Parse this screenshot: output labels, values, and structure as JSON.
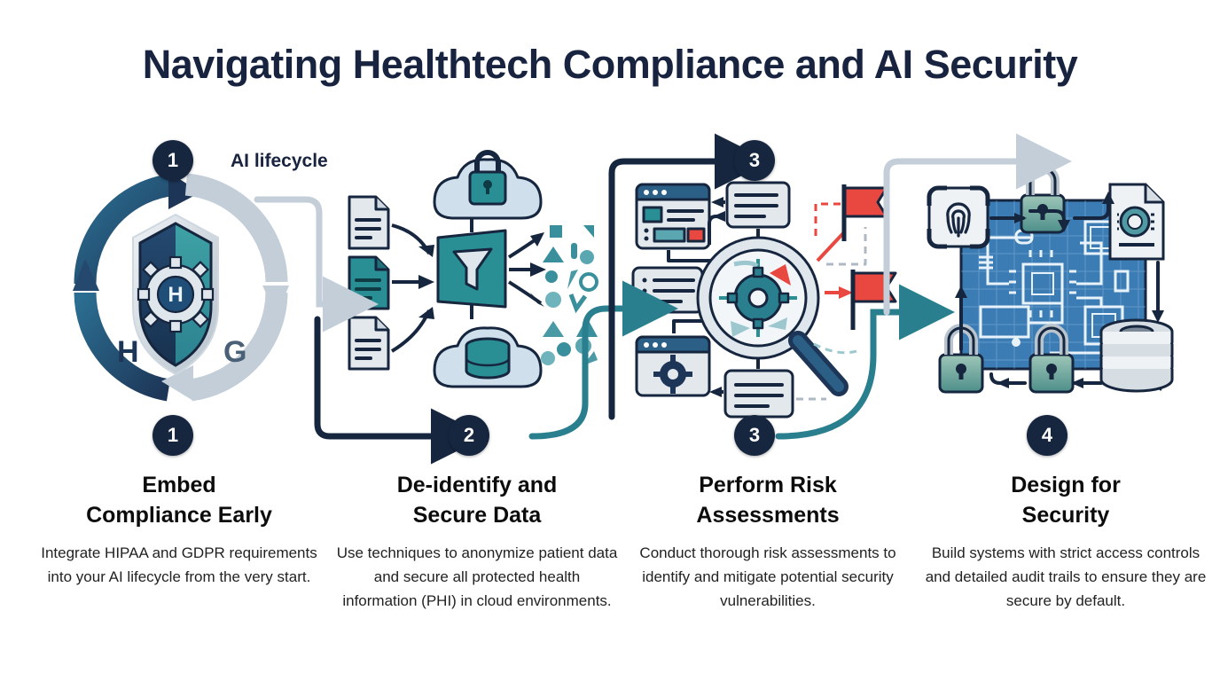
{
  "page": {
    "title": "Navigating Healthtech Compliance and AI Security",
    "background": "#ffffff"
  },
  "colors": {
    "title": "#17233f",
    "badge_bg": "#16263f",
    "badge_text": "#ffffff",
    "navy": "#1d3557",
    "deep_navy": "#16263f",
    "teal": "#2a7f8f",
    "teal_dark": "#1f6b77",
    "light_gray_arrow": "#c3ced8",
    "steel_blue": "#2b6e91",
    "red_flag": "#e8483f",
    "blueprint_blue": "#3b7cb5",
    "lock_green": "#7fae9f",
    "doc_gray": "#e3e8ec"
  },
  "cycle_label": "AI lifecycle",
  "badges": {
    "step1_top": "1",
    "step1_bottom": "1",
    "step2": "2",
    "step3_top": "3",
    "step3_bottom": "3",
    "step4": "4"
  },
  "shield": {
    "gear_letter": "H",
    "left_letter": "H",
    "right_letter": "G"
  },
  "steps": [
    {
      "number": "1",
      "heading_line1": "Embed",
      "heading_line2": "Compliance Early",
      "description": "Integrate HIPAA and GDPR requirements into your AI lifecycle from the very start.",
      "icon": "compliance-shield-cycle-icon"
    },
    {
      "number": "2",
      "heading_line1": "De-identify and",
      "heading_line2": "Secure Data",
      "description": "Use techniques to anonymize patient data and secure all protected health information (PHI) in cloud environments.",
      "icon": "data-anonymization-funnel-icon"
    },
    {
      "number": "3",
      "heading_line1": "Perform Risk",
      "heading_line2": "Assessments",
      "description": "Conduct thorough risk assessments to identify and mitigate potential security vulnerabilities.",
      "icon": "risk-assessment-magnifier-icon"
    },
    {
      "number": "4",
      "heading_line1": "Design for",
      "heading_line2": "Security",
      "description": "Build systems with strict access controls and detailed audit trails to ensure they are secure by default.",
      "icon": "secure-architecture-blueprint-icon"
    }
  ]
}
